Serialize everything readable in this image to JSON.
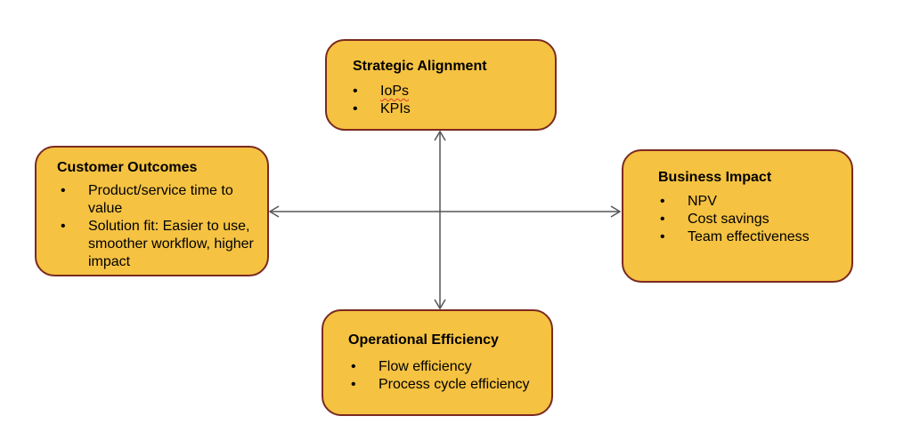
{
  "colors": {
    "box_fill": "#f5c242",
    "box_border": "#7a2a1f",
    "arrow": "#555555",
    "spellcheck_underline": "#e03a2f"
  },
  "strategic_alignment": {
    "title": "Strategic Alignment",
    "items": [
      "IoPs",
      "KPIs"
    ]
  },
  "customer_outcomes": {
    "title": "Customer Outcomes",
    "items": [
      "Product/service time to value",
      "Solution fit: Easier to use, smoother workflow, higher impact"
    ]
  },
  "business_impact": {
    "title": "Business Impact",
    "items": [
      "NPV",
      "Cost savings",
      "Team effectiveness"
    ]
  },
  "operational_efficiency": {
    "title": "Operational Efficiency",
    "items": [
      "Flow efficiency",
      "Process cycle efficiency"
    ]
  }
}
